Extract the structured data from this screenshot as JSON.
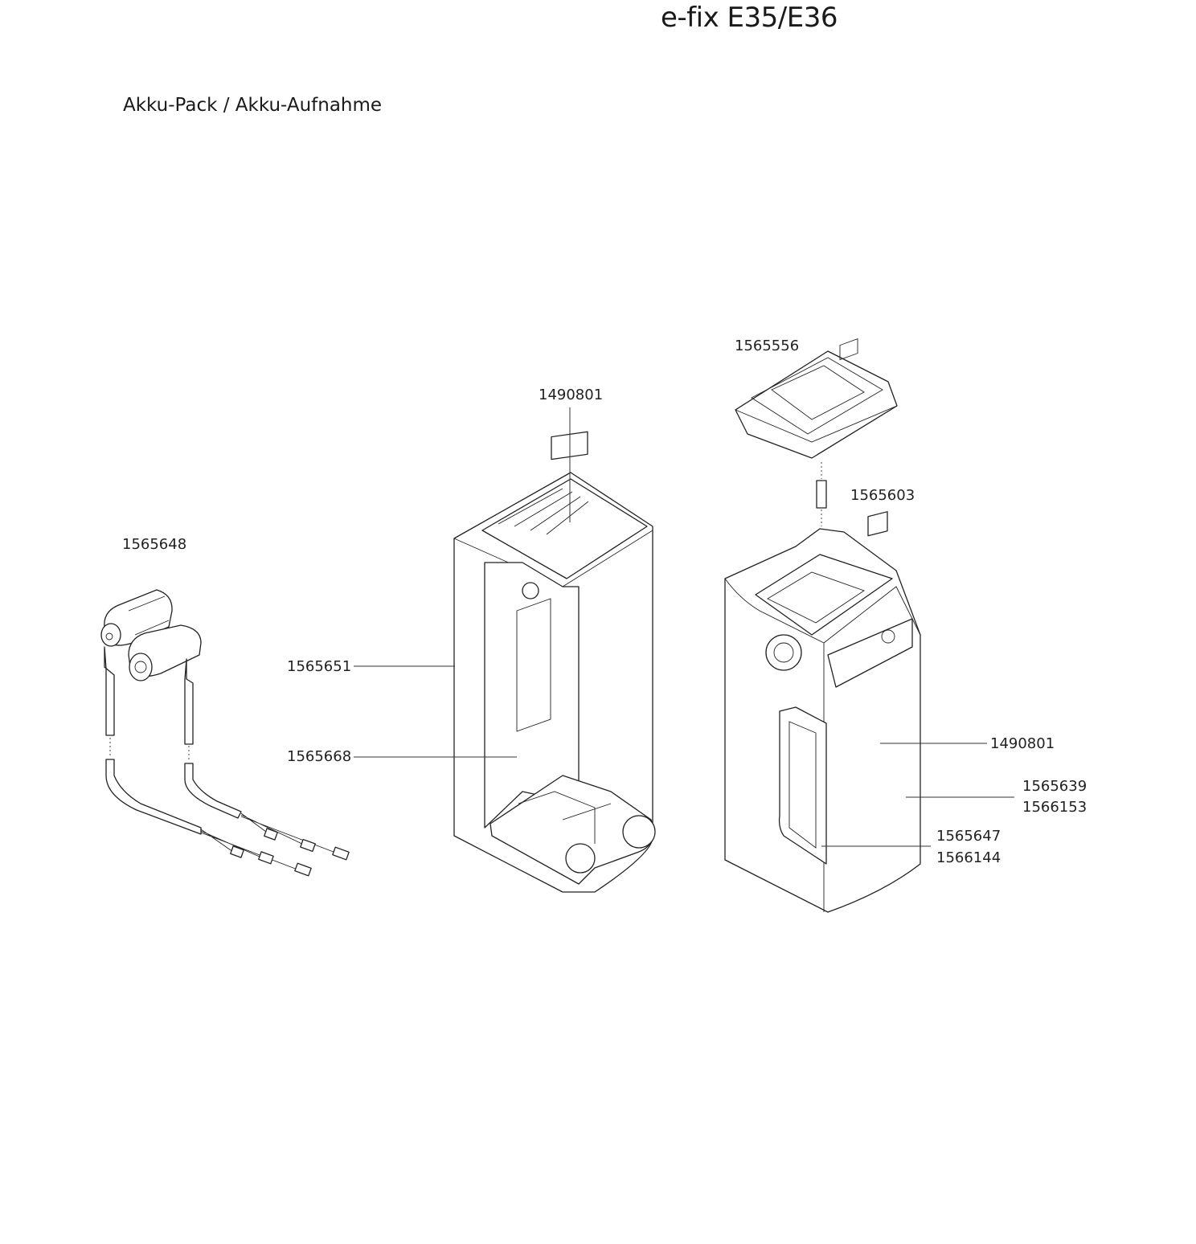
{
  "title": "e-fix E35/E36",
  "subtitle": "Akku-Pack / Akku-Aufnahme",
  "labels": {
    "cover": "1565556",
    "plug_cover": "1490801",
    "spring": "1565603",
    "cable_set": "1565648",
    "holder": "1565651",
    "holder_inner": "1565668",
    "battery_label": "1490801",
    "battery_a1": "1565639",
    "battery_a2": "1566153",
    "battery_b1": "1565647",
    "battery_b2": "1566144"
  }
}
